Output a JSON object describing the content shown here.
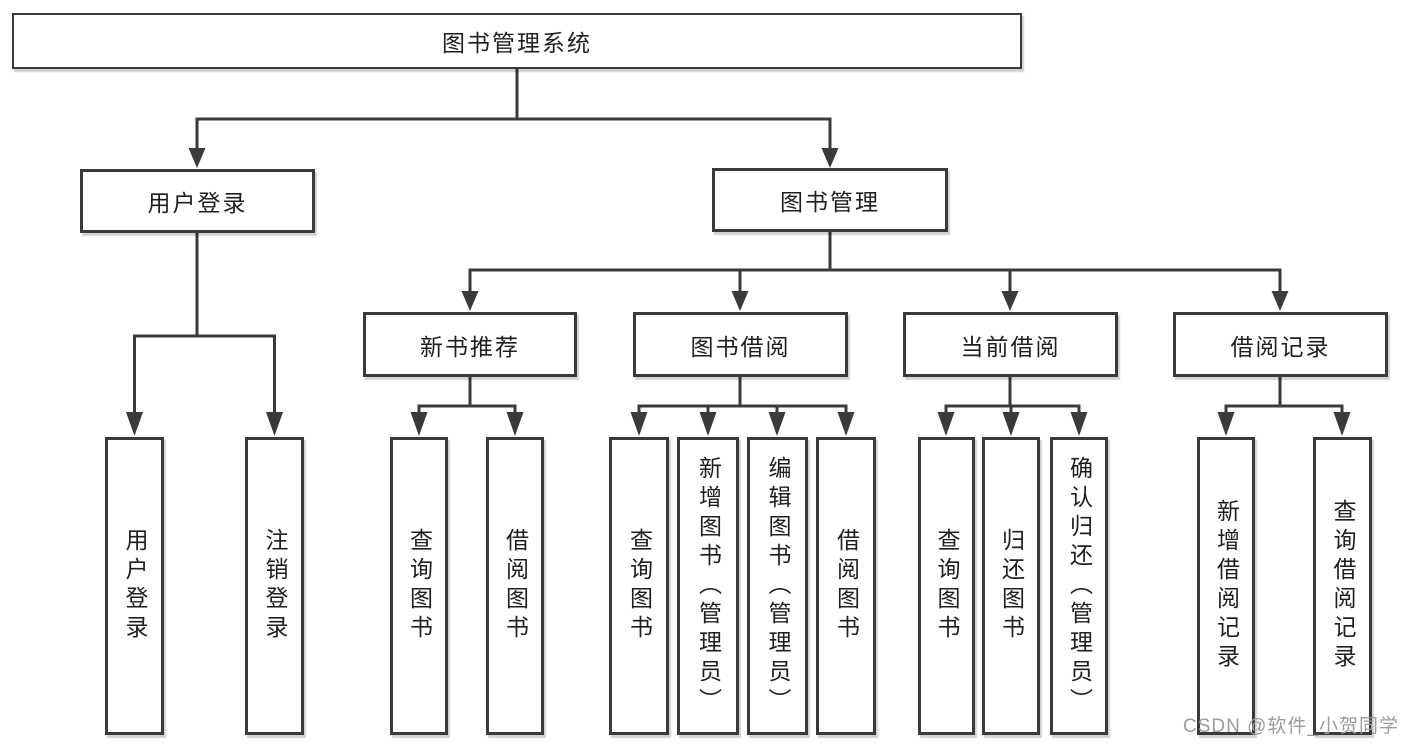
{
  "diagram": {
    "root": {
      "label": "图书管理系统"
    },
    "branches": [
      {
        "label": "用户登录",
        "children": [
          {
            "label": "用户登录"
          },
          {
            "label": "注销登录"
          }
        ]
      },
      {
        "label": "图书管理",
        "children": [
          {
            "label": "新书推荐",
            "children": [
              {
                "label": "查询图书"
              },
              {
                "label": "借阅图书"
              }
            ]
          },
          {
            "label": "图书借阅",
            "children": [
              {
                "label": "查询图书"
              },
              {
                "label": "新增图书（管理员）"
              },
              {
                "label": "编辑图书（管理员）"
              },
              {
                "label": "借阅图书"
              }
            ]
          },
          {
            "label": "当前借阅",
            "children": [
              {
                "label": "查询图书"
              },
              {
                "label": "归还图书"
              },
              {
                "label": "确认归还（管理员）"
              }
            ]
          },
          {
            "label": "借阅记录",
            "children": [
              {
                "label": "新增借阅记录"
              },
              {
                "label": "查询借阅记录"
              }
            ]
          }
        ]
      }
    ]
  },
  "watermark": {
    "text": "CSDN @软件_小贺同学"
  },
  "colors": {
    "line": "#3a3a3a",
    "text": "#1f1f1f",
    "watermark_gray": "#9c9c9c",
    "background": "#ffffff"
  }
}
